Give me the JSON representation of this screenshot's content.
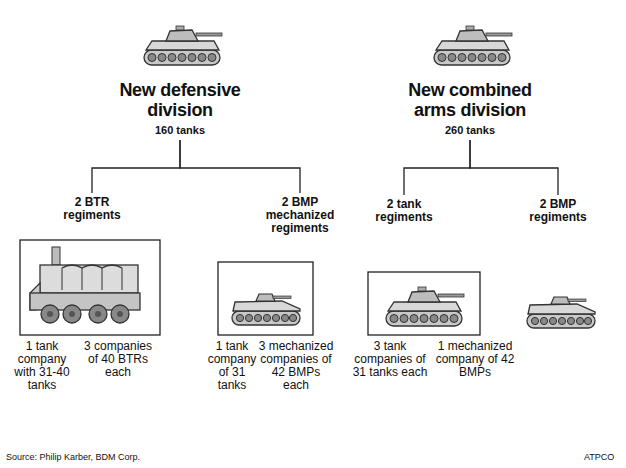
{
  "diagram": {
    "nodes": [
      {
        "text": [
          "New defensive division",
          "160 tanks"
        ]
      },
      {
        "text": [
          "New combined arms division",
          "260 tanks"
        ]
      },
      {
        "text": [
          "2 BTR regiments"
        ]
      },
      {
        "text": [
          "2 BMP mechanized regiments"
        ]
      },
      {
        "text": [
          "2 tank regiments"
        ]
      },
      {
        "text": [
          "2 BMP regiments"
        ]
      }
    ],
    "edges": [
      {
        "from": 0,
        "to": 2,
        "arrow": "none"
      },
      {
        "from": 0,
        "to": 3,
        "arrow": "none"
      },
      {
        "from": 1,
        "to": 4,
        "arrow": "none"
      },
      {
        "from": 1,
        "to": 5,
        "arrow": "none"
      }
    ],
    "labels": [
      "1 tank company with 31-40 tanks",
      "3 companies of 40 BTRs each",
      "1 tank company of 31 tanks",
      "3 mechanized companies of 42 BMPs each",
      "3 tank companies of 31 tanks each",
      "1 mechanized company of 42 BMPs",
      "Source: Philip Karber, BDM Corp.",
      "ATPCO"
    ]
  }
}
